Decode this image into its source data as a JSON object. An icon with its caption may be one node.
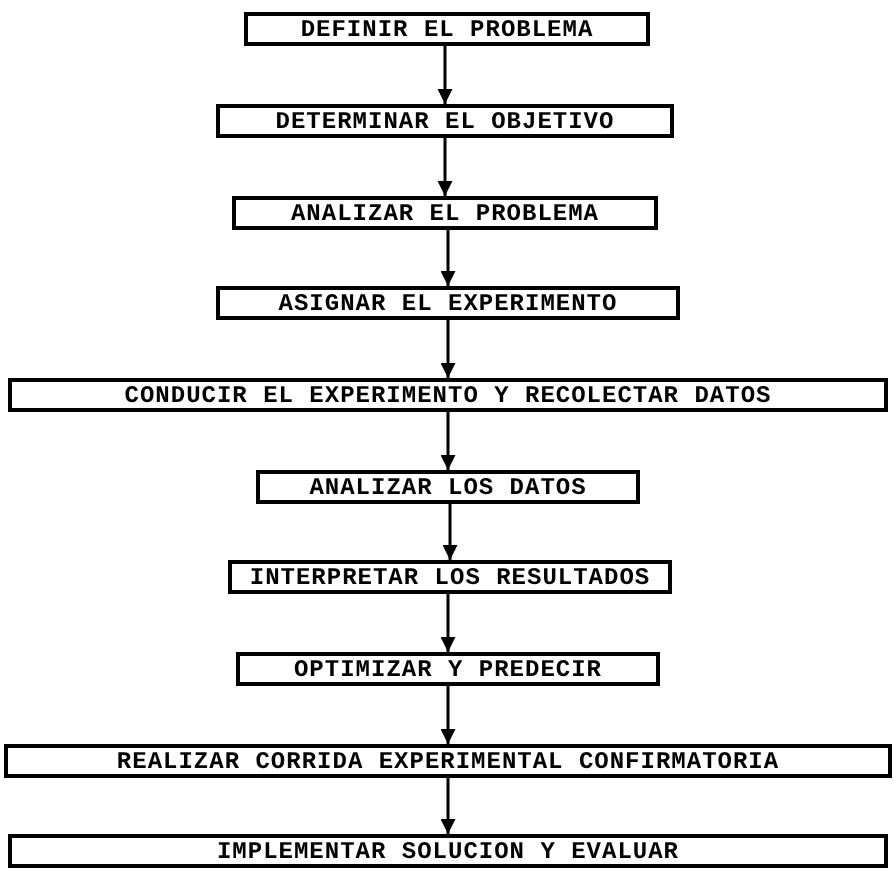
{
  "diagram": {
    "nodes": [
      {
        "text": [
          "DEFINIR EL PROBLEMA"
        ]
      },
      {
        "text": [
          "DETERMINAR EL OBJETIVO"
        ]
      },
      {
        "text": [
          "ANALIZAR EL PROBLEMA"
        ]
      },
      {
        "text": [
          "ASIGNAR EL EXPERIMENTO"
        ]
      },
      {
        "text": [
          "CONDUCIR EL EXPERIMENTO Y RECOLECTAR DATOS"
        ]
      },
      {
        "text": [
          "ANALIZAR LOS DATOS"
        ]
      },
      {
        "text": [
          "INTERPRETAR LOS RESULTADOS"
        ]
      },
      {
        "text": [
          "OPTIMIZAR Y PREDECIR"
        ]
      },
      {
        "text": [
          "REALIZAR CORRIDA EXPERIMENTAL CONFIRMATORIA"
        ]
      },
      {
        "text": [
          "IMPLEMENTAR SOLUCION Y EVALUAR"
        ]
      }
    ],
    "edges": [
      {
        "from": 0,
        "to": 1,
        "arrow": "to"
      },
      {
        "from": 1,
        "to": 2,
        "arrow": "to"
      },
      {
        "from": 2,
        "to": 3,
        "arrow": "to"
      },
      {
        "from": 3,
        "to": 4,
        "arrow": "to"
      },
      {
        "from": 4,
        "to": 5,
        "arrow": "to"
      },
      {
        "from": 5,
        "to": 6,
        "arrow": "to"
      },
      {
        "from": 6,
        "to": 7,
        "arrow": "to"
      },
      {
        "from": 7,
        "to": 8,
        "arrow": "to"
      },
      {
        "from": 8,
        "to": 9,
        "arrow": "to"
      }
    ]
  }
}
